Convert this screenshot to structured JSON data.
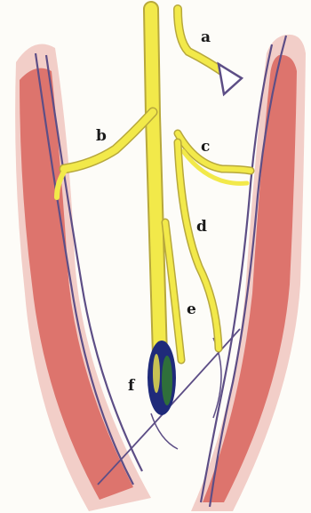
{
  "labels": {
    "a": "a",
    "b": "b",
    "c": "c",
    "d": "d",
    "e": "e",
    "f": "f"
  },
  "colors": {
    "nerve": "#f2e94a",
    "nerve_edge": "#b7a83c",
    "vessel_outline": "#5d4e86",
    "tissue": "#cc2a22",
    "ganglion": "#1f2a7a",
    "ganglion_accent": "#2f6f3a"
  },
  "icons": {
    "arrow": "right-arrow-icon"
  }
}
